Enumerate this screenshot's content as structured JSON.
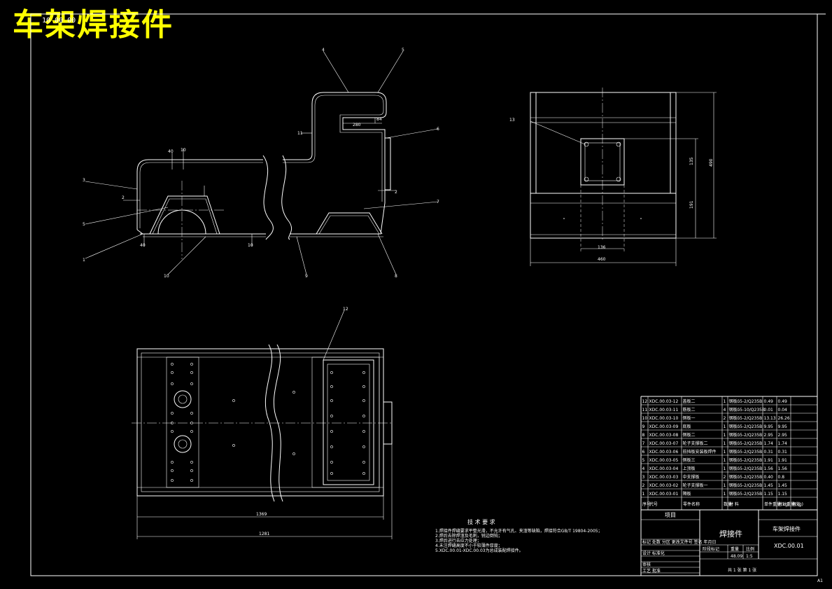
{
  "overlay": {
    "title": "车架焊接件",
    "sub": "10 00 00"
  },
  "front_view": {
    "balloons": [
      "4",
      "5",
      "11",
      "6",
      "3",
      "2",
      "5",
      "2",
      "7",
      "1",
      "10",
      "9",
      "8",
      "12"
    ],
    "dims": {
      "d1": "280",
      "d2": "84",
      "d3": "2",
      "d4": "2",
      "d5": "40",
      "d6": "10",
      "d7": "40",
      "d8": "10"
    }
  },
  "side_view": {
    "balloon": "13",
    "dims": {
      "width": "460",
      "inner": "136",
      "h_upper": "135",
      "h_lower": "191",
      "h_total": "490"
    }
  },
  "top_view": {
    "balloon": "12",
    "dims": {
      "inner_len": "1369",
      "total_len": "1281"
    }
  },
  "tech_req": {
    "title": "技 术 要 求",
    "lines": [
      "1.焊接件焊缝要求平整光滑，不允许有气孔、夹渣等缺陷，焊接符合GB/T 19804-2005；",
      "2.焊后去除焊渣及毛刺，锐边倒钝；",
      "3.焊后进行去应力处理；",
      "4.未注焊缝高度不小于较薄件厚度；",
      "5.XDC.00.01-XDC.00.03为总成装配焊接件。"
    ]
  },
  "bom": {
    "rows": [
      {
        "no": "12",
        "code": "XDC.00.03-12",
        "name": "盖板二",
        "qty": "1",
        "mat": "钢板δ5-2/Q235B",
        "w1": "0.49",
        "w2": "0.49"
      },
      {
        "no": "11",
        "code": "XDC.00.03-11",
        "name": "筋板二",
        "qty": "4",
        "mat": "钢板δ5-10/Q235B",
        "w1": "0.01",
        "w2": "0.04"
      },
      {
        "no": "10",
        "code": "XDC.00.03-10",
        "name": "侧板一",
        "qty": "2",
        "mat": "钢板δ5-2/Q235B",
        "w1": "13.13",
        "w2": "26.26"
      },
      {
        "no": "9",
        "code": "XDC.00.03-09",
        "name": "底板",
        "qty": "1",
        "mat": "钢板δ5-2/Q235B",
        "w1": "9.95",
        "w2": "9.95"
      },
      {
        "no": "8",
        "code": "XDC.00.03-08",
        "name": "侧板二",
        "qty": "1",
        "mat": "钢板δ5-2/Q235B",
        "w1": "2.95",
        "w2": "2.95"
      },
      {
        "no": "7",
        "code": "XDC.00.03-07",
        "name": "轮子支撑板二",
        "qty": "1",
        "mat": "钢板δ5-2/Q235B",
        "w1": "1.74",
        "w2": "1.74"
      },
      {
        "no": "6",
        "code": "XDC.00.03-06",
        "name": "前挡板安装板焊件",
        "qty": "1",
        "mat": "钢板δ5-2/Q235B",
        "w1": "0.31",
        "w2": "0.31"
      },
      {
        "no": "5",
        "code": "XDC.00.03-05",
        "name": "侧板三",
        "qty": "1",
        "mat": "钢板δ5-2/Q235B",
        "w1": "1.91",
        "w2": "1.91"
      },
      {
        "no": "4",
        "code": "XDC.00.03-04",
        "name": "上顶板",
        "qty": "1",
        "mat": "钢板δ5-2/Q235B",
        "w1": "1.56",
        "w2": "1.56"
      },
      {
        "no": "3",
        "code": "XDC.00.03-03",
        "name": "中支撑板",
        "qty": "2",
        "mat": "钢板δ5-2/Q235B",
        "w1": "0.40",
        "w2": "0.8"
      },
      {
        "no": "2",
        "code": "XDC.00.03-02",
        "name": "轮子支撑板一",
        "qty": "1",
        "mat": "钢板δ5-2/Q235B",
        "w1": "1.45",
        "w2": "1.45"
      },
      {
        "no": "1",
        "code": "XDC.00.03-01",
        "name": "隔板",
        "qty": "1",
        "mat": "钢板δ5-2/Q235B",
        "w1": "1.15",
        "w2": "1.15"
      }
    ],
    "headers": {
      "no": "序号",
      "code": "代号",
      "name": "零件名称",
      "qty": "数量",
      "mat": "材 料",
      "w1": "单件重量(kg)",
      "w2": "总计重量(kg)",
      "note": "备注"
    }
  },
  "title_block": {
    "project_label": "项目",
    "part_name": "焊接件",
    "assembly_name": "车架焊接件",
    "drawing_no": "XDC.00.01",
    "stage_label": "阶段标记",
    "weight_label": "重量",
    "scale_label": "比例",
    "weight": "48.09",
    "scale": "1:5",
    "sheet": "共 1 张  第 1 张",
    "rows": [
      "标记 处数 分区 更改文件号 签名 年月日",
      "设计  标准化",
      "审核",
      "工艺  批准"
    ]
  },
  "corner": {
    "size": "A1"
  }
}
